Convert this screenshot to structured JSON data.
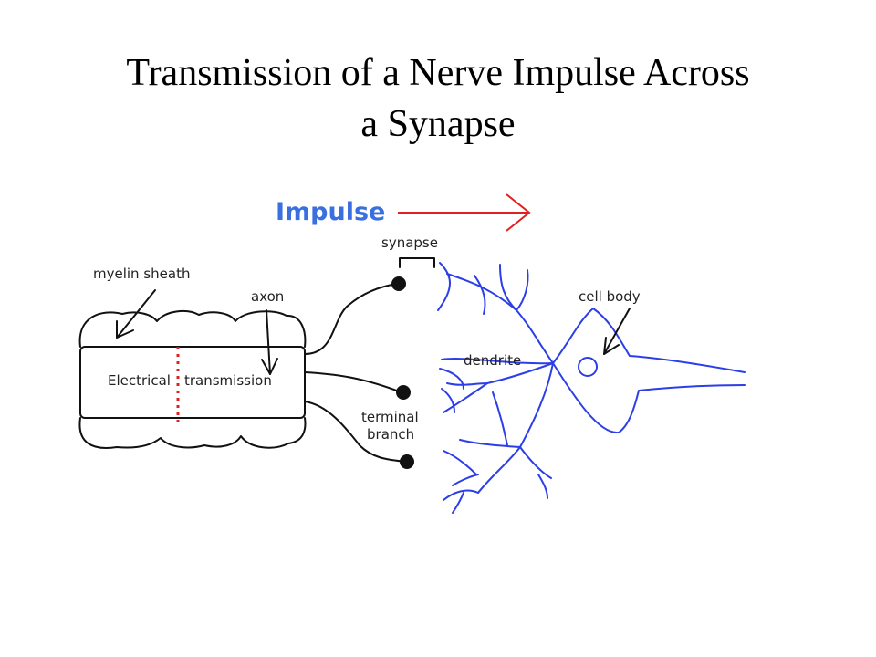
{
  "title": {
    "line1": "Transmission of a Nerve Impulse Across",
    "line2": "a Synapse"
  },
  "diagram": {
    "impulse_label": "Impulse",
    "labels": {
      "synapse": "synapse",
      "myelin_sheath": "myelin sheath",
      "axon": "axon",
      "cell_body": "cell body",
      "dendrite": "dendrite",
      "electrical": "Electrical",
      "transmission": "transmission",
      "terminal": "terminal",
      "branch": "branch"
    },
    "colors": {
      "impulse_text": "#3a6fe0",
      "impulse_arrow": "#e02020",
      "dendrites": "#2b3ee8",
      "axon_outline": "#111111",
      "transmission_line": "#e02020"
    }
  }
}
